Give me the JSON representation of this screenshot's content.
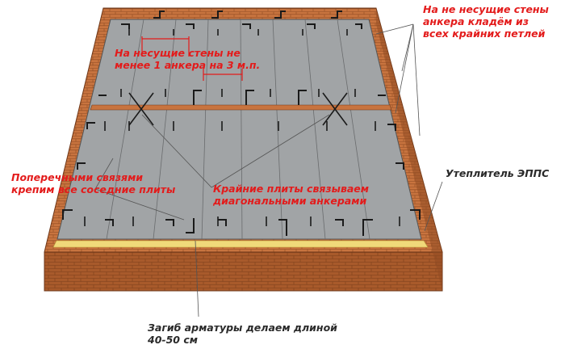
{
  "labels": {
    "non_bearing_walls": [
      "На не несущие стены",
      "анкера кладём из",
      "всех крайних петлей"
    ],
    "bearing_walls": [
      "На несущие стены не",
      "менее 1 анкера на 3 м.п."
    ],
    "cross_ties": [
      "Поперечными связями",
      "крепим все соседние плиты"
    ],
    "edge_slabs": [
      "Крайние плиты связываем",
      "диагональными анкерами"
    ],
    "insulation": [
      "Утеплитель ЭППС"
    ],
    "rebar_bend": [
      "Загиб арматуры делаем длиной",
      "40-50 см"
    ]
  },
  "colors": {
    "annotation_red": "#e31b1b",
    "annotation_dark": "#2a2a2a",
    "brick_top": "#c8743f",
    "brick_side": "#a85a2b",
    "slab": "#9ea1a3",
    "insulation": "#f0d97a"
  }
}
